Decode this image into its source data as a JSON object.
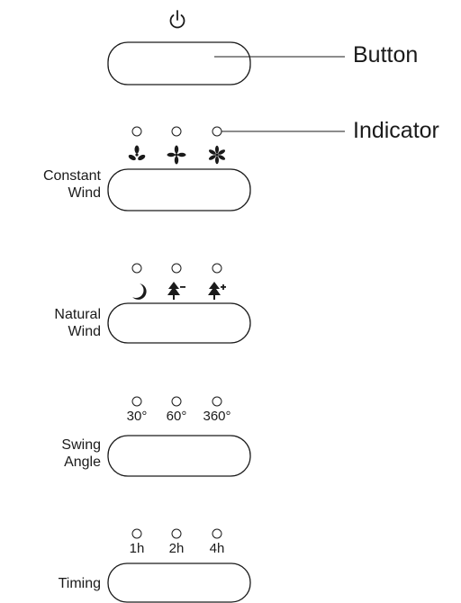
{
  "callouts": {
    "button": "Button",
    "indicator": "Indicator"
  },
  "groups": [
    {
      "label_lines": [
        "Constant",
        "Wind"
      ],
      "indicators": [
        "fan-low-icon",
        "fan-medium-icon",
        "fan-high-icon"
      ]
    },
    {
      "label_lines": [
        "Natural",
        "Wind"
      ],
      "indicators": [
        "moon-icon",
        "tree-minus-icon",
        "tree-plus-icon"
      ]
    },
    {
      "label_lines": [
        "Swing",
        "Angle"
      ],
      "indicators": [
        "30°",
        "60°",
        "360°"
      ]
    },
    {
      "label_lines": [
        "Timing"
      ],
      "indicators": [
        "1h",
        "2h",
        "4h"
      ]
    }
  ],
  "icons": {
    "power": "power-icon"
  },
  "colors": {
    "stroke": "#1a1a1a",
    "background": "#ffffff"
  }
}
